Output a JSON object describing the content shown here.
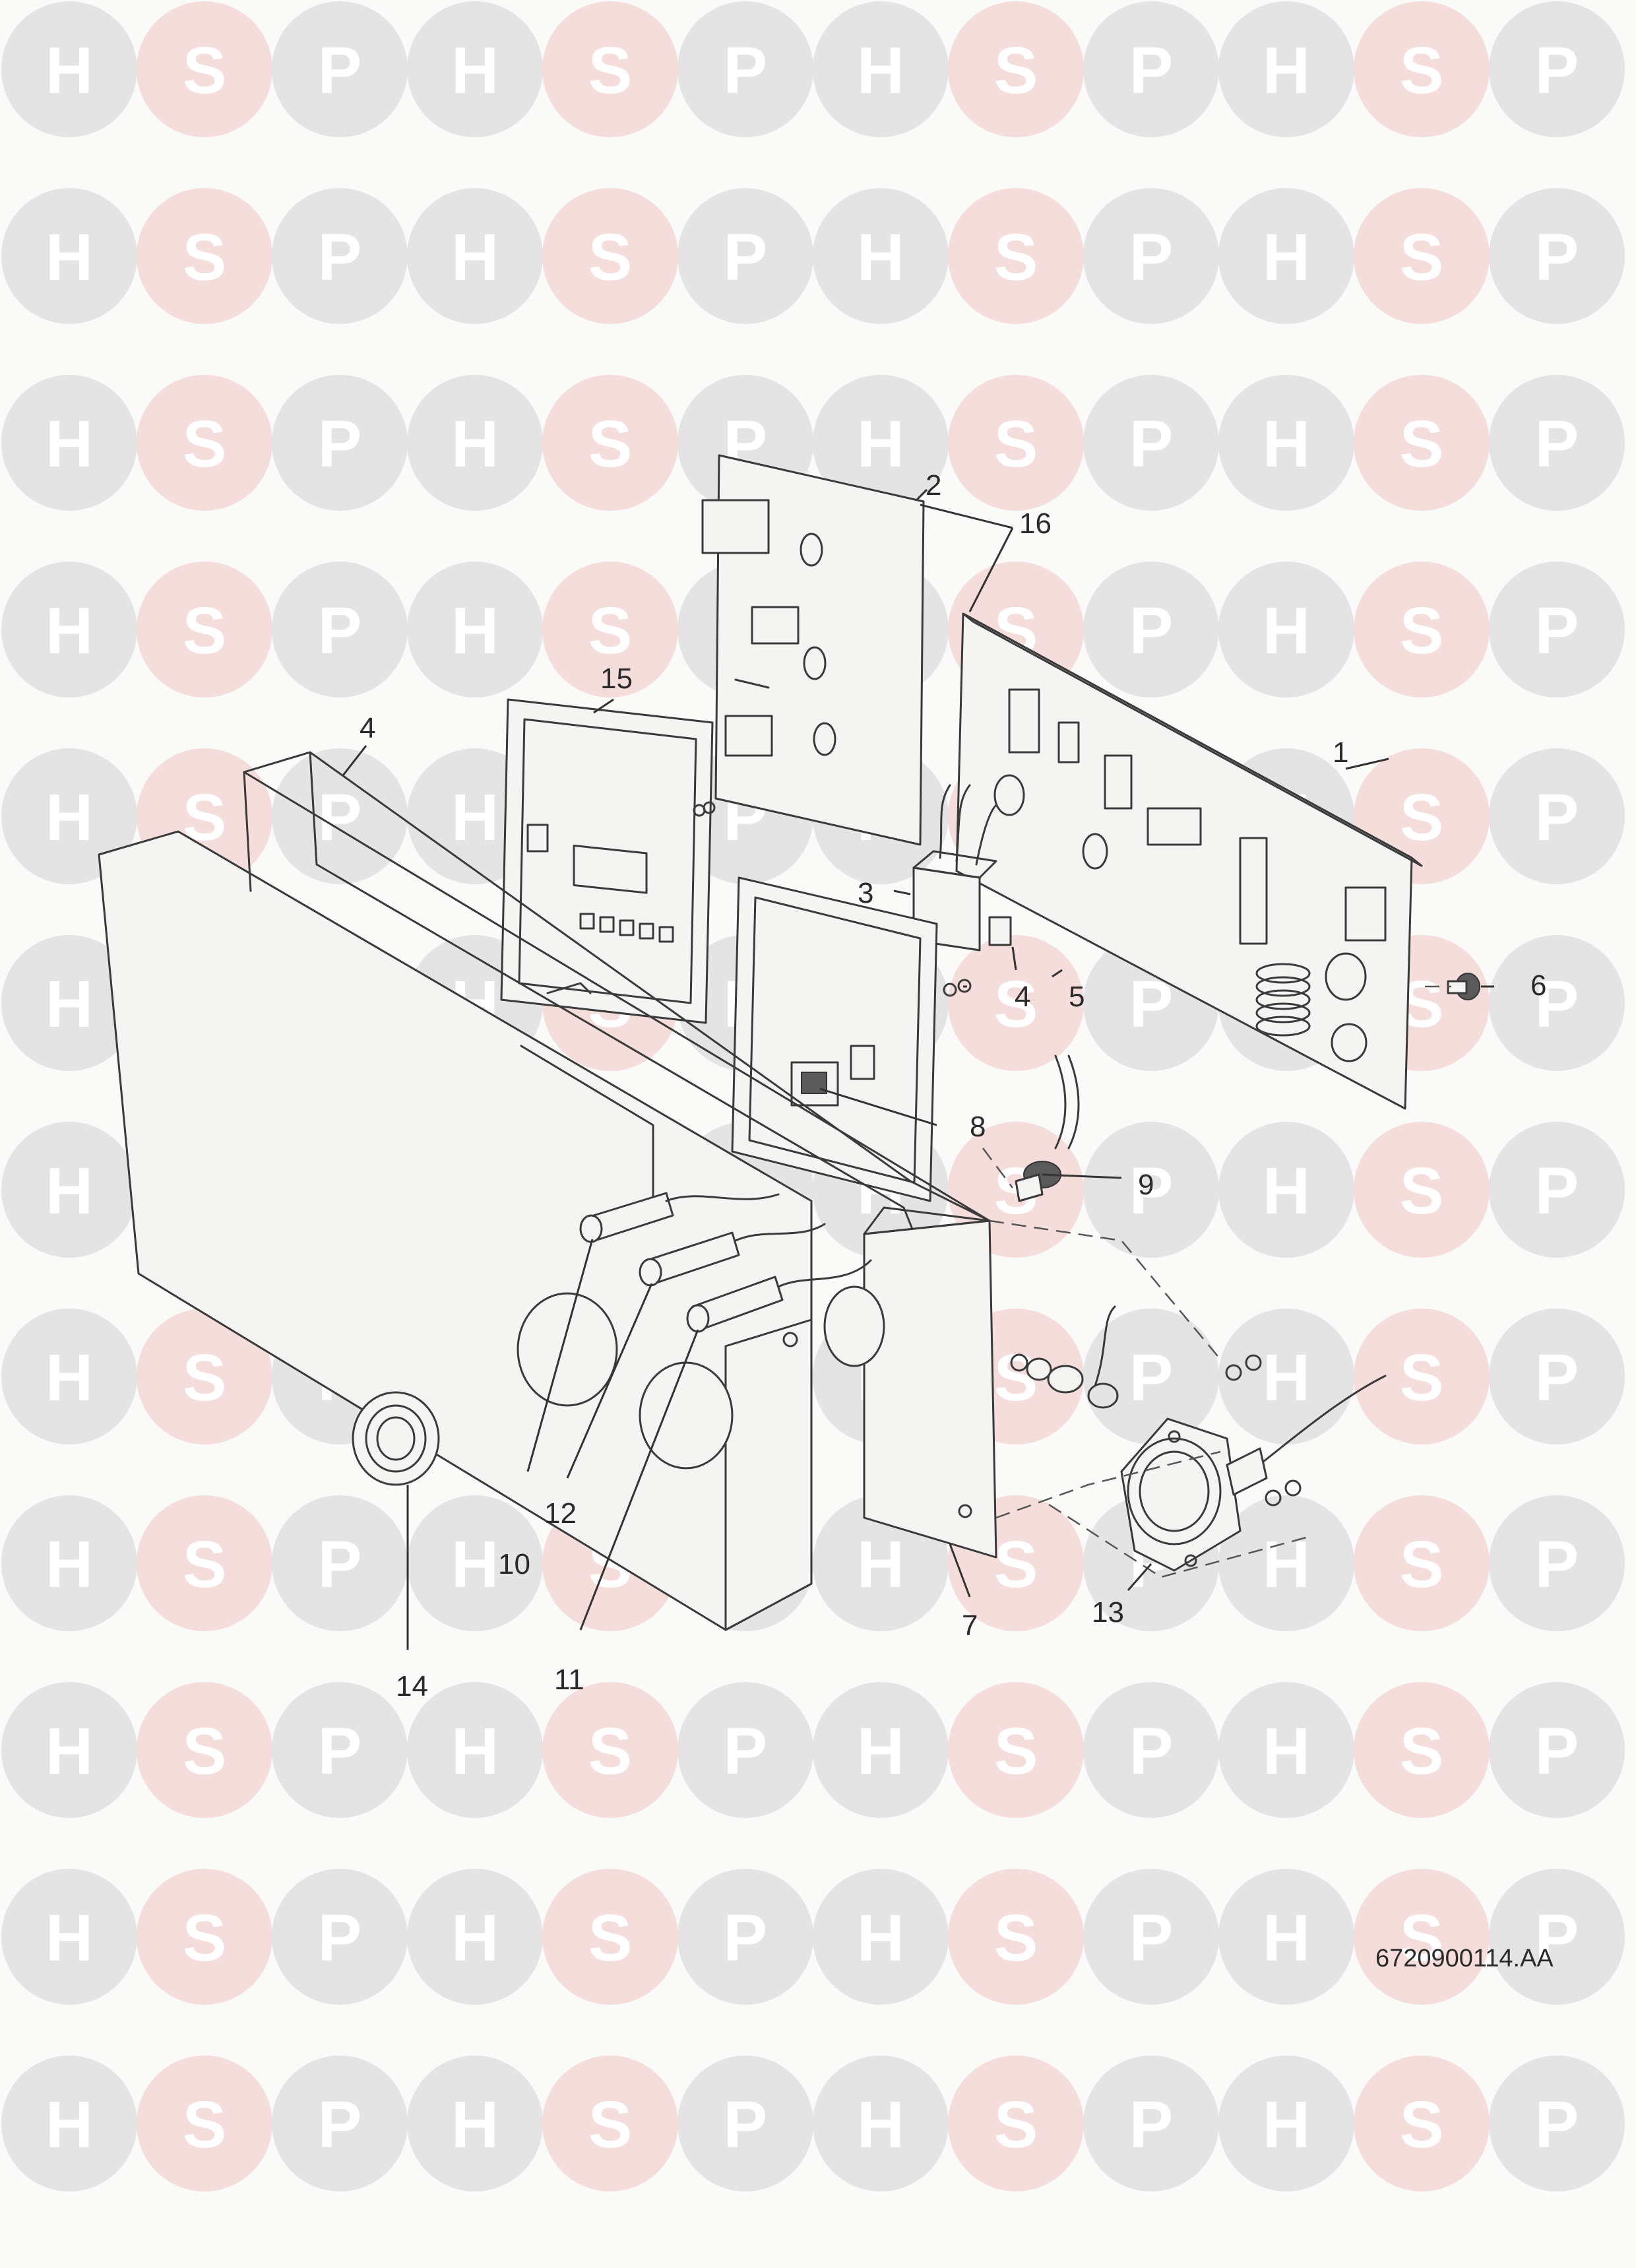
{
  "watermark": {
    "letters": [
      "H",
      "S",
      "P"
    ]
  },
  "diagram": {
    "callouts": [
      {
        "id": "c1",
        "label": "1"
      },
      {
        "id": "c2",
        "label": "2"
      },
      {
        "id": "c3",
        "label": "3"
      },
      {
        "id": "c4a",
        "label": "4"
      },
      {
        "id": "c4b",
        "label": "4"
      },
      {
        "id": "c5",
        "label": "5"
      },
      {
        "id": "c6",
        "label": "6"
      },
      {
        "id": "c7",
        "label": "7"
      },
      {
        "id": "c8",
        "label": "8"
      },
      {
        "id": "c9",
        "label": "9"
      },
      {
        "id": "c10",
        "label": "10"
      },
      {
        "id": "c11",
        "label": "11"
      },
      {
        "id": "c12",
        "label": "12"
      },
      {
        "id": "c13",
        "label": "13"
      },
      {
        "id": "c14",
        "label": "14"
      },
      {
        "id": "c15",
        "label": "15"
      },
      {
        "id": "c16",
        "label": "16"
      }
    ],
    "reference_code": "6720900114.AA"
  },
  "colors": {
    "watermark_grey": "#e4e4e4",
    "watermark_pink": "#f5dddb",
    "line": "#3a3a3a"
  }
}
